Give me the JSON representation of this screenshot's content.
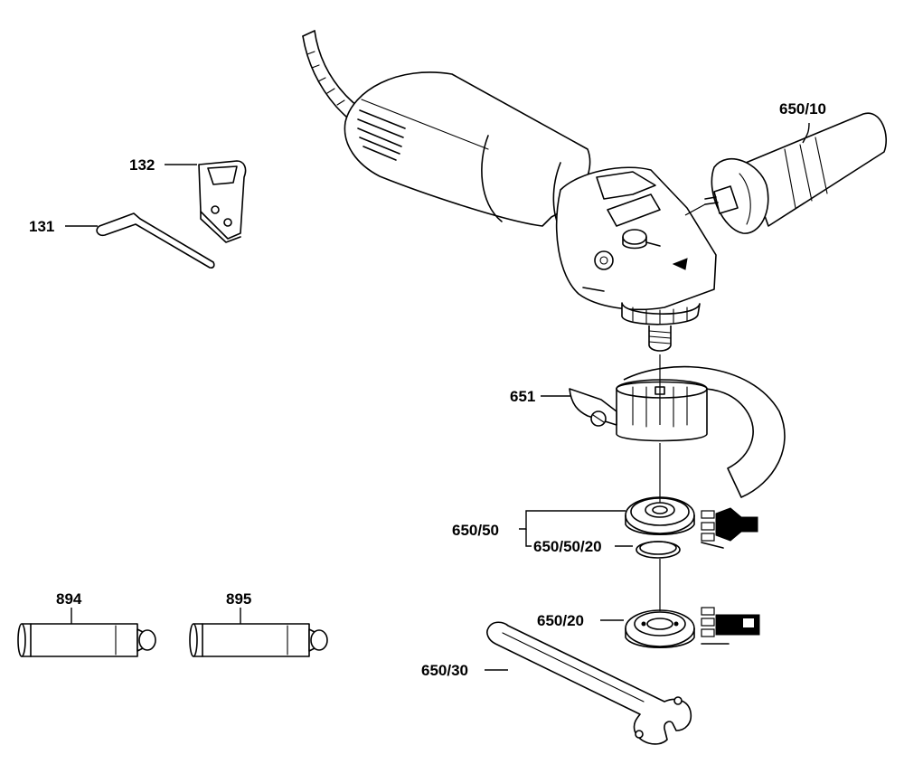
{
  "labels": {
    "p132": "132",
    "p131": "131",
    "p650_10": "650/10",
    "p651": "651",
    "p650_50": "650/50",
    "p650_50_20": "650/50/20",
    "p650_20": "650/20",
    "p650_30": "650/30",
    "p894": "894",
    "p895": "895"
  }
}
